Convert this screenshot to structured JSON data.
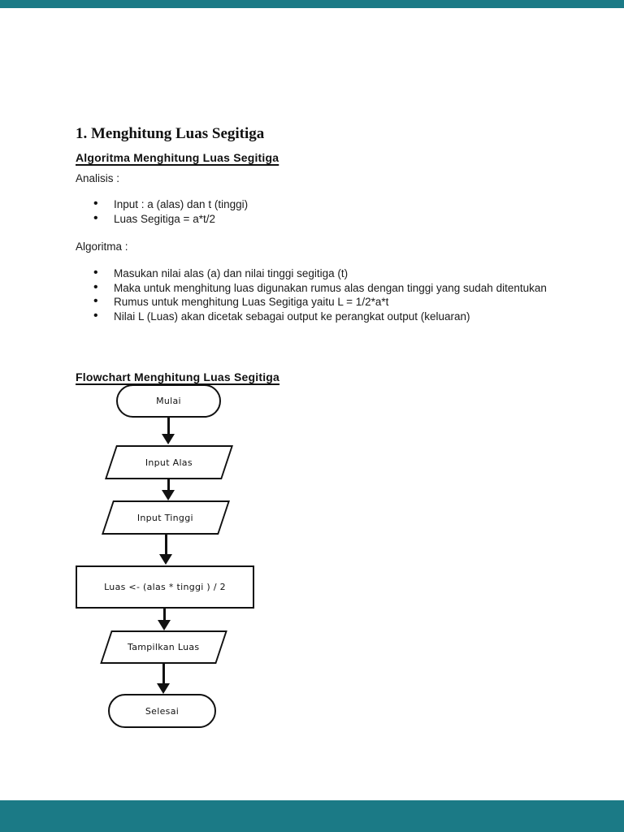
{
  "document": {
    "title": "1. Menghitung Luas Segitiga",
    "algoritma_heading": "Algoritma Menghitung Luas Segitiga",
    "analisis_label": "Analisis :",
    "analisis_bullets": [
      "Input : a (alas) dan t (tinggi)",
      "Luas Segitiga = a*t/2"
    ],
    "algoritma_label": "Algoritma :",
    "algoritma_bullets": [
      "Masukan nilai alas (a) dan nilai tinggi segitiga (t)",
      "Maka untuk menghitung luas digunakan rumus alas dengan tinggi yang sudah ditentukan",
      "Rumus untuk menghitung Luas Segitiga yaitu L = 1/2*a*t",
      "Nilai L (Luas) akan dicetak sebagai output ke perangkat output (keluaran)"
    ],
    "flowchart_heading": "Flowchart Menghitung Luas Segitiga"
  },
  "flowchart": {
    "nodes": [
      {
        "id": "start",
        "shape": "terminator",
        "label": "Mulai"
      },
      {
        "id": "input-alas",
        "shape": "input-output",
        "label": "Input Alas"
      },
      {
        "id": "input-tinggi",
        "shape": "input-output",
        "label": "Input Tinggi"
      },
      {
        "id": "process-luas",
        "shape": "process",
        "label": "Luas <- (alas * tinggi ) / 2"
      },
      {
        "id": "output-luas",
        "shape": "input-output",
        "label": "Tampilkan Luas"
      },
      {
        "id": "end",
        "shape": "terminator",
        "label": "Selesai"
      }
    ]
  },
  "colors": {
    "viewer_background": "#1b7a86",
    "page_background": "#ffffff",
    "text": "#1a1a1a",
    "shape_border": "#111111"
  }
}
